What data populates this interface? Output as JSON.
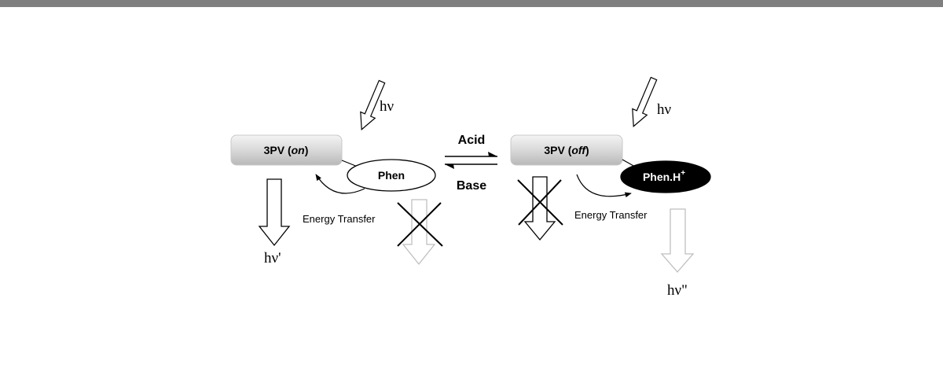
{
  "left_state": {
    "box_label_prefix": "3PV (",
    "box_label_state": "on",
    "box_label_suffix": ")",
    "partner_label": "Phen",
    "excitation_label": "hν",
    "emission_label": "hν'",
    "transfer_label": "Energy Transfer"
  },
  "equilibrium": {
    "forward_label": "Acid",
    "reverse_label": "Base"
  },
  "right_state": {
    "box_label_prefix": "3PV (",
    "box_label_state": "off",
    "box_label_suffix": ")",
    "partner_label": "Phen.H",
    "partner_superscript": "+",
    "excitation_label": "hν",
    "emission_label": "hν\"",
    "transfer_label": "Energy Transfer"
  },
  "colors": {
    "header_bar": "#7f7f7f",
    "box_fill_light": "#f2f2f2",
    "box_fill_dark": "#bdbdbd",
    "quenched_arrow": "#bfbfbf",
    "protonated_fill": "#000000"
  }
}
